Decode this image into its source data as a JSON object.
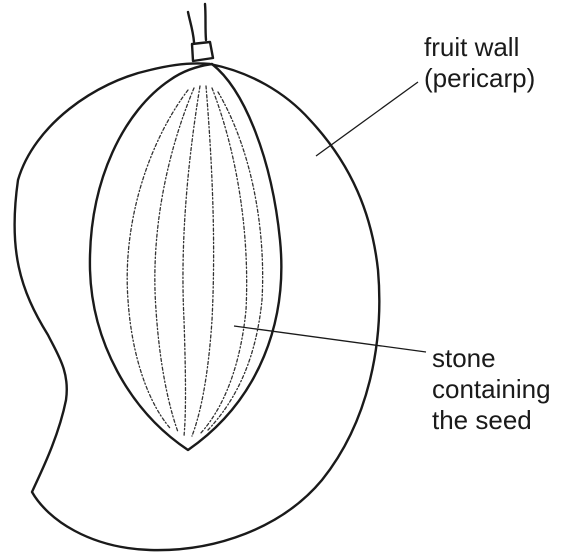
{
  "labels": {
    "fruit_wall": {
      "line1": "fruit wall",
      "line2": "(pericarp)"
    },
    "stone": {
      "line1": "stone",
      "line2": "containing",
      "line3": "the seed"
    }
  }
}
